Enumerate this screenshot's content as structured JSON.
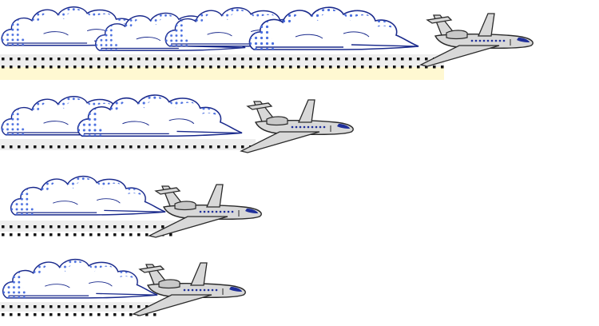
{
  "colors": {
    "background": "#ffffff",
    "cloud_outline": "#1a2a8c",
    "cloud_dots": "#4a6fe0",
    "cloud_fill": "#ffffff",
    "plane_body": "#d8d8d8",
    "plane_outline": "#2a2a2a",
    "plane_windows": "#1f2f9a",
    "track_dots": "#111111",
    "track_band": "#eeeeee",
    "highlight_band": "#fff8d2"
  },
  "icons": [
    "cloud-icon",
    "airplane-icon",
    "dotted-track"
  ],
  "rows": [
    {
      "row_id": "row-1",
      "cloud_count": 4,
      "highlighted": true
    },
    {
      "row_id": "row-2",
      "cloud_count": 2,
      "highlighted": false
    },
    {
      "row_id": "row-3",
      "cloud_count": 1,
      "highlighted": false
    },
    {
      "row_id": "row-4",
      "cloud_count": 1,
      "highlighted": false
    }
  ]
}
